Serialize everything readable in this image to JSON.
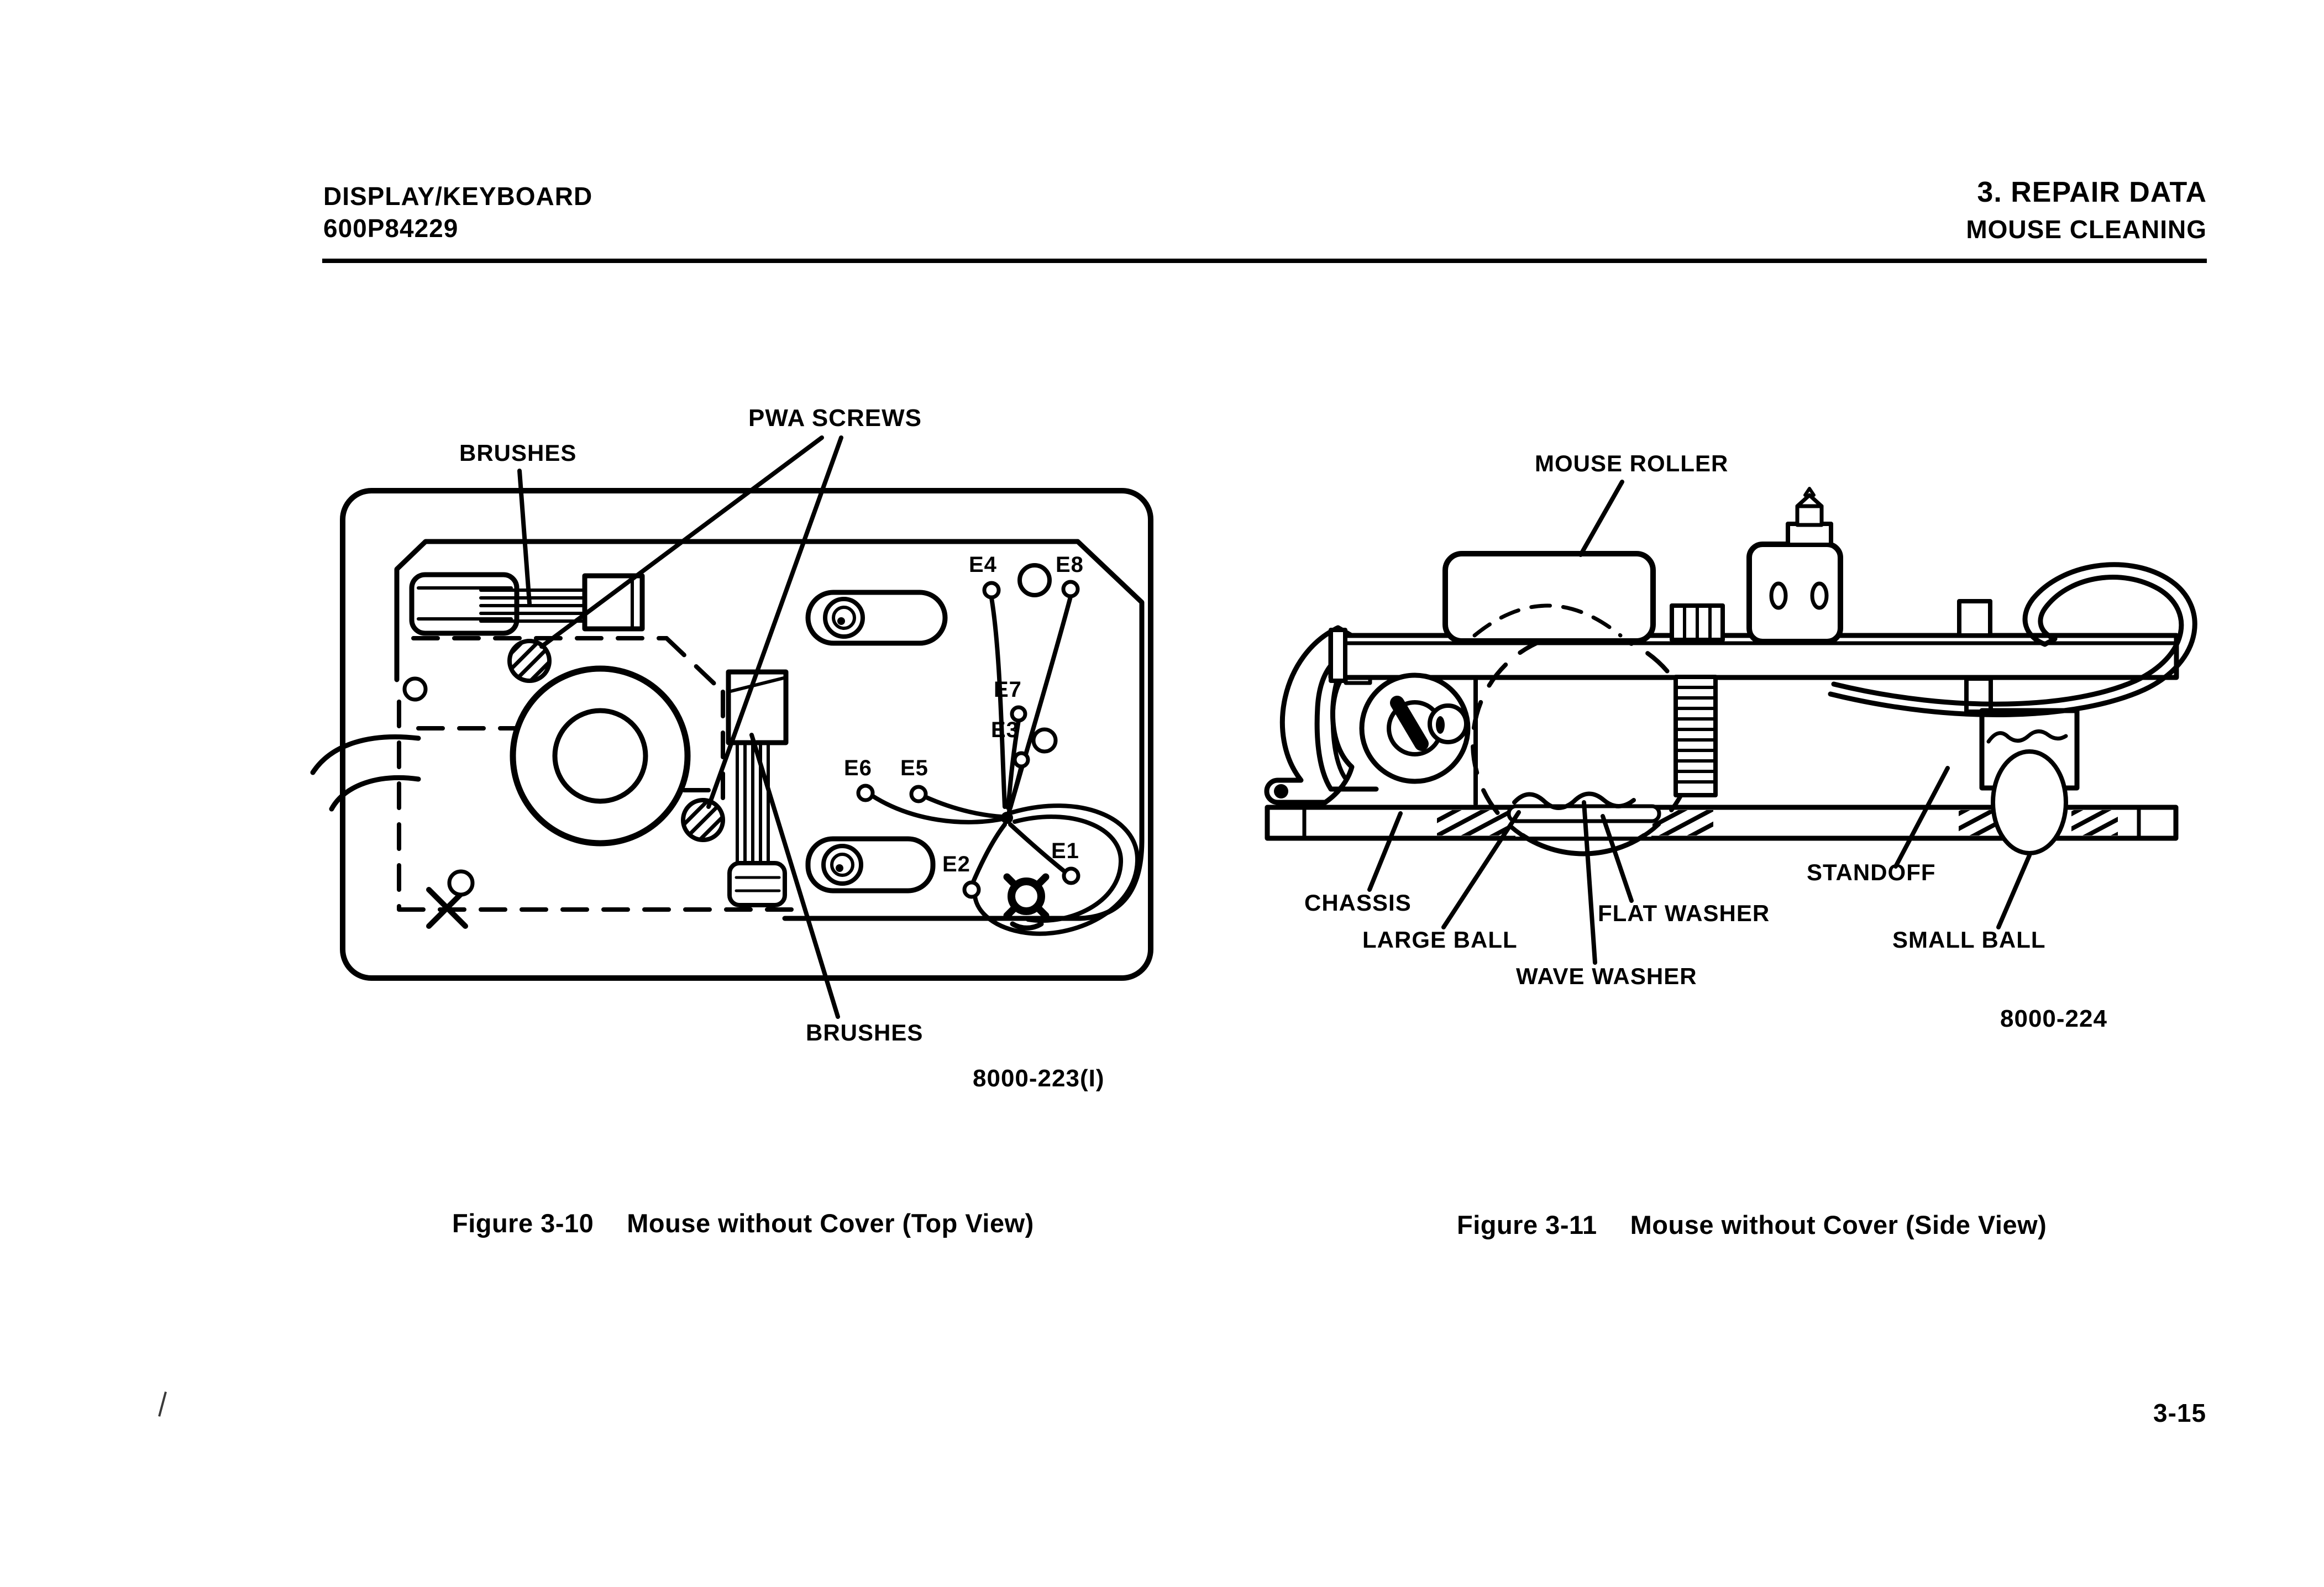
{
  "header": {
    "left_line1": "DISPLAY/KEYBOARD",
    "left_line2": "600P84229",
    "right_line1": "3. REPAIR DATA",
    "right_line2": "MOUSE CLEANING"
  },
  "figure_top_view": {
    "caption_label": "Figure 3-10",
    "caption_title": "Mouse without Cover (Top View)",
    "drawing_number": "8000-223(I)",
    "labels": {
      "brushes_top": "BRUSHES",
      "pwa_screws": "PWA SCREWS",
      "e4": "E4",
      "e8": "E8",
      "e7": "E7",
      "e3": "E3",
      "e6": "E6",
      "e5": "E5",
      "e2": "E2",
      "e1": "E1",
      "brushes_bottom": "BRUSHES"
    }
  },
  "figure_side_view": {
    "caption_label": "Figure 3-11",
    "caption_title": "Mouse without Cover (Side View)",
    "drawing_number": "8000-224",
    "labels": {
      "mouse_roller": "MOUSE ROLLER",
      "chassis": "CHASSIS",
      "large_ball": "LARGE BALL",
      "flat_washer": "FLAT WASHER",
      "wave_washer": "WAVE WASHER",
      "standoff": "STANDOFF",
      "small_ball": "SMALL BALL"
    }
  },
  "footer": {
    "page_number": "3-15"
  }
}
